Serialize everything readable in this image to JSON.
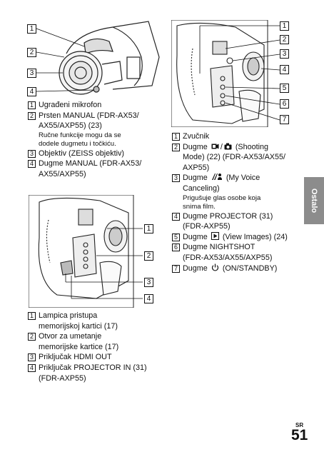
{
  "figure1": {
    "callouts": [
      "1",
      "2",
      "3",
      "4"
    ],
    "items": [
      {
        "num": "1",
        "text": "Ugrađeni mikrofon"
      },
      {
        "num": "2",
        "text": "Prsten MANUAL (FDR-AX53/",
        "cont": "AX55/AXP55) (23)",
        "note": [
          "Ručne funkcije mogu da se",
          "dodele dugmetu i točkiću."
        ]
      },
      {
        "num": "3",
        "text": "Objektiv (ZEISS objektiv)"
      },
      {
        "num": "4",
        "text": "Dugme MANUAL (FDR-AX53/",
        "cont": "AX55/AXP55)"
      }
    ]
  },
  "figure2": {
    "callouts": [
      "1",
      "2",
      "3",
      "4"
    ],
    "items": [
      {
        "num": "1",
        "text": "Lampica pristupa",
        "cont": "memorijskoj kartici (17)"
      },
      {
        "num": "2",
        "text": "Otvor za umetanje",
        "cont": "memorijske kartice (17)"
      },
      {
        "num": "3",
        "text": "Priključak HDMI OUT"
      },
      {
        "num": "4",
        "text": "Priključak PROJECTOR IN (31)",
        "cont": "(FDR-AXP55)"
      }
    ]
  },
  "figure3": {
    "callouts": [
      "1",
      "2",
      "3",
      "4",
      "5",
      "6",
      "7"
    ],
    "items": [
      {
        "num": "1",
        "text": "Zvučnik"
      },
      {
        "num": "2",
        "before": "Dugme",
        "after": "(Shooting",
        "cont": "Mode) (22) (FDR-AX53/AX55/",
        "cont2": "AXP55)",
        "icons": [
          "movie-icon",
          "camera-icon"
        ]
      },
      {
        "num": "3",
        "before": "Dugme",
        "after": "(My Voice",
        "cont": "Canceling)",
        "note": [
          "Prigušuje glas osobe koja",
          "snima film."
        ],
        "icons": [
          "voice-cancel-icon"
        ]
      },
      {
        "num": "4",
        "text": "Dugme PROJECTOR (31)",
        "cont": "(FDR-AXP55)"
      },
      {
        "num": "5",
        "before": "Dugme",
        "after": "(View Images) (24)",
        "icons": [
          "play-icon"
        ]
      },
      {
        "num": "6",
        "text": "Dugme NIGHTSHOT",
        "cont": "(FDR-AX53/AX55/AXP55)"
      },
      {
        "num": "7",
        "before": "Dugme",
        "after": "(ON/STANDBY)",
        "icons": [
          "power-icon"
        ]
      }
    ]
  },
  "sidebar": {
    "label": "Ostalo",
    "color": "#8c8c8c"
  },
  "footer": {
    "lang": "SR",
    "page": "51"
  }
}
